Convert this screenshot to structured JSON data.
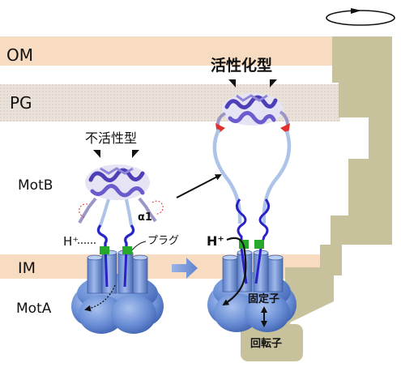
{
  "layers": {
    "om": "OM",
    "pg": "PG",
    "motb": "MotB",
    "im": "IM",
    "mota": "MotA"
  },
  "states": {
    "inactive": "不活性型",
    "active": "活性化型"
  },
  "labels": {
    "alpha1": "α1",
    "proton_left": "H⁺",
    "plug": "プラグ",
    "proton_right": "H⁺",
    "stator": "固定子",
    "rotor": "回転子"
  },
  "colors": {
    "membrane": "#f8dcc2",
    "pg_layer": "#e9e1d9",
    "rotor_structure": "#c8c29c",
    "protein": "#4d3fb8",
    "linker_light": "#aec3e8",
    "linker_dark": "#2a22c8",
    "mota_body": "#6b8fd6",
    "plug": "#27a82c",
    "red_arrow": "#e03030"
  },
  "icons": {
    "rotation": "rotation-arrow-icon",
    "transition": "transition-arrow-icon"
  }
}
